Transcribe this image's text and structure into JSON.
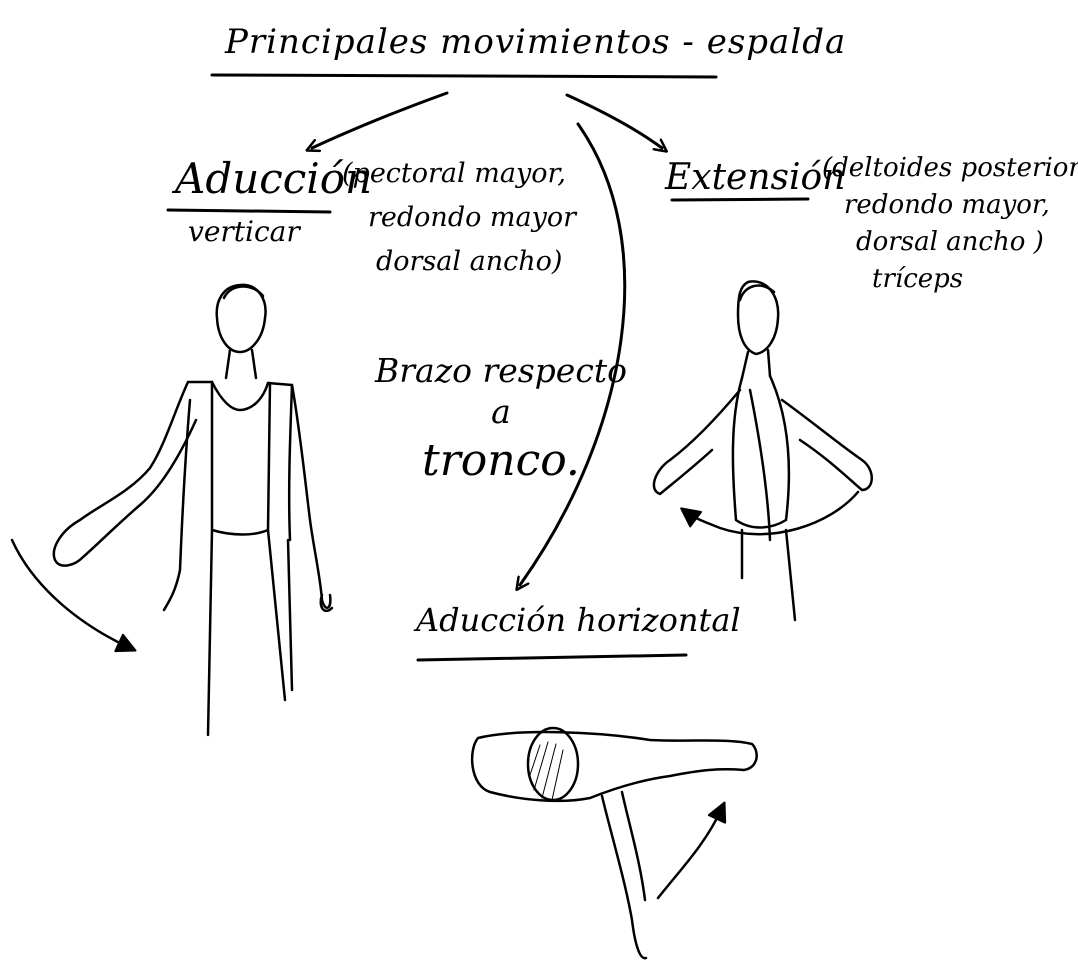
{
  "title": "Principales movimientos - espalda",
  "adduction_vertical": {
    "label": "Aducción",
    "sublabel": "verticar",
    "muscles": [
      "(pectoral mayor,",
      "redondo mayor",
      "dorsal ancho)"
    ]
  },
  "extension": {
    "label": "Extensión",
    "muscles": [
      "(deltoides posterior,",
      "redondo mayor,",
      "dorsal ancho )",
      "tríceps"
    ]
  },
  "center_note": [
    "Brazo respecto",
    "a",
    "tronco."
  ],
  "adduction_horizontal": {
    "label": "Aducción horizontal"
  },
  "ink_color": "#000000"
}
